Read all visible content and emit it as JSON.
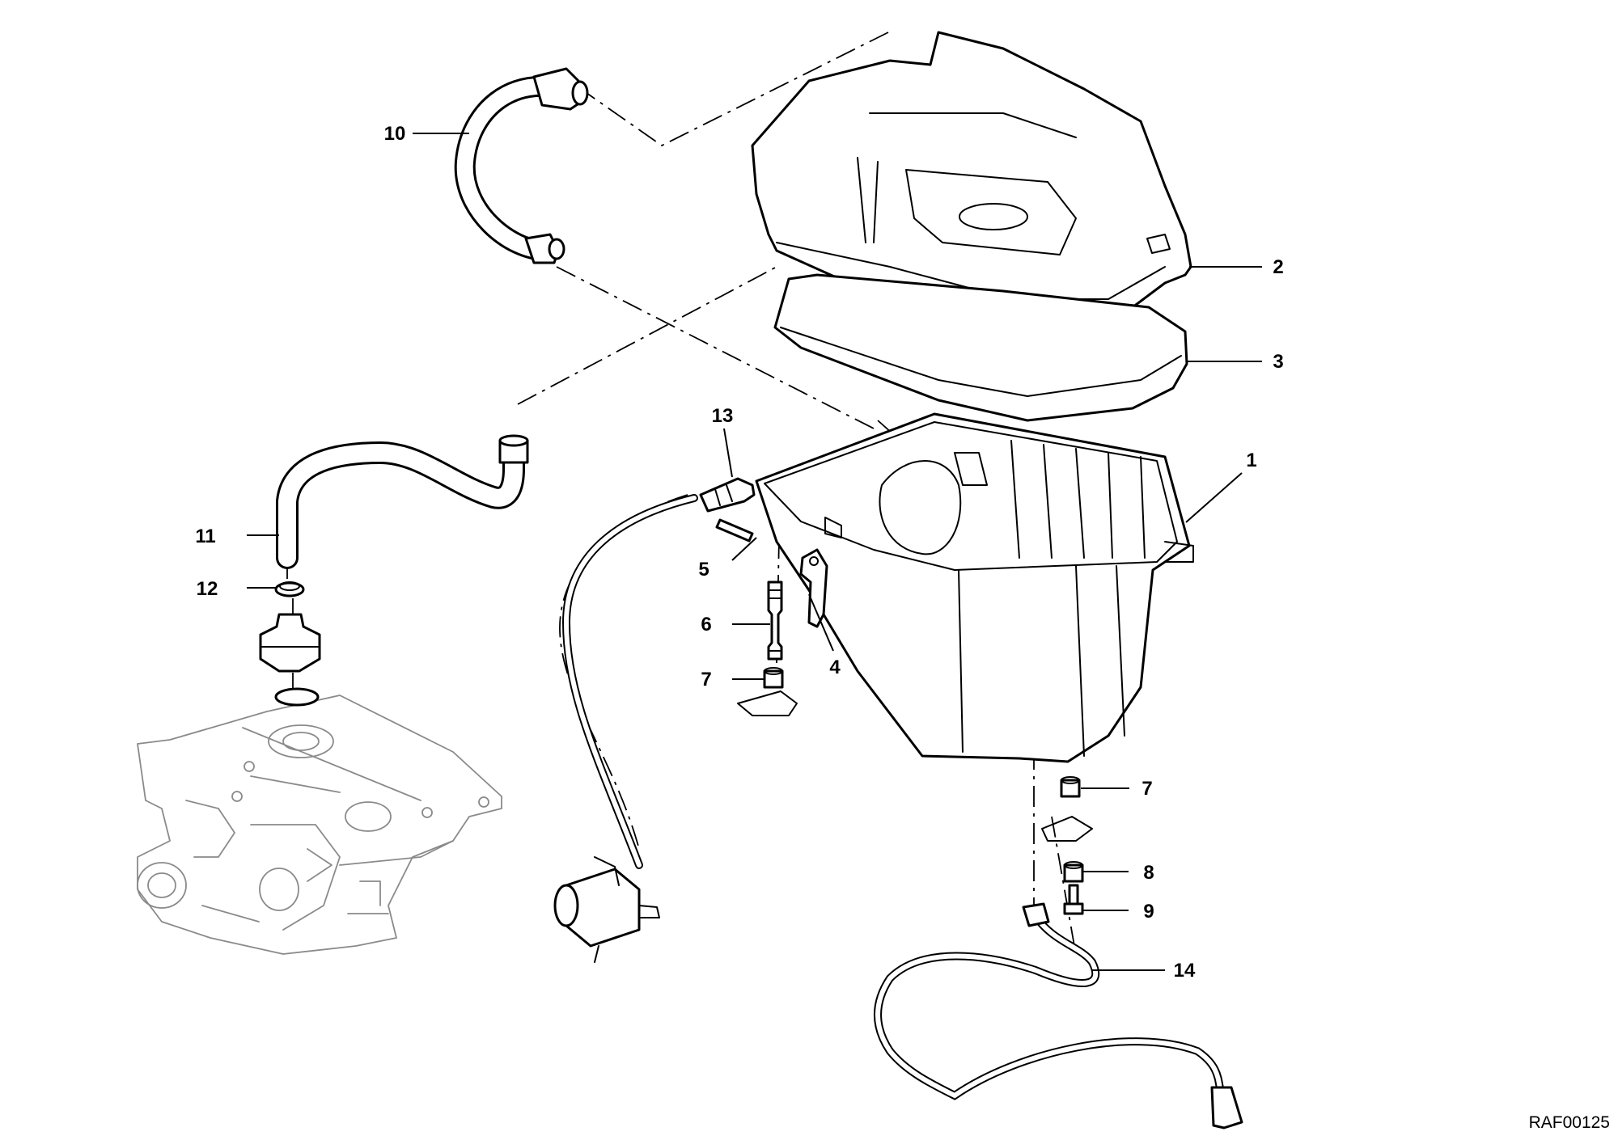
{
  "figure": {
    "reference_code": "RAF00125",
    "callouts": [
      {
        "number": "1"
      },
      {
        "number": "2"
      },
      {
        "number": "3"
      },
      {
        "number": "4"
      },
      {
        "number": "5"
      },
      {
        "number": "6"
      },
      {
        "number": "7"
      },
      {
        "number": "7"
      },
      {
        "number": "8"
      },
      {
        "number": "9"
      },
      {
        "number": "10"
      },
      {
        "number": "11"
      },
      {
        "number": "12"
      },
      {
        "number": "13"
      },
      {
        "number": "14"
      }
    ]
  },
  "colors": {
    "ink": "#000000",
    "background": "#ffffff",
    "ghost_lines": "#8a8a8a"
  }
}
